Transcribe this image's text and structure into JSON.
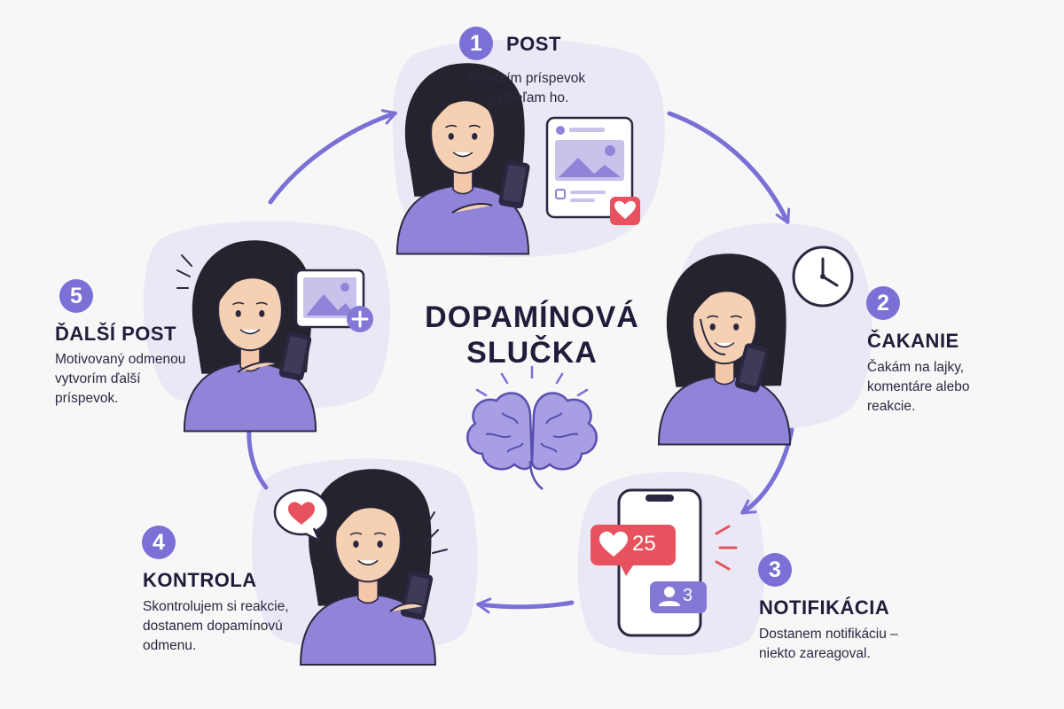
{
  "title": {
    "line1": "DOPAMÍNOVÁ",
    "line2": "SLUČKA"
  },
  "colors": {
    "accent": "#7a70d6",
    "soft_bg": "#ebe8f6",
    "shirt": "#8f84d8",
    "heart": "#e8525f",
    "text": "#1f1d3a"
  },
  "steps": [
    {
      "number": "1",
      "title": "POST",
      "desc": [
        "Vytvorím príspevok",
        "a zdieľam ho."
      ]
    },
    {
      "number": "2",
      "title": "ČAKANIE",
      "desc": [
        "Čakám na lajky,",
        "komentáre alebo",
        "reakcie."
      ]
    },
    {
      "number": "3",
      "title": "NOTIFIKÁCIA",
      "desc": [
        "Dostanem notifikáciu –",
        "niekto zareagoval."
      ]
    },
    {
      "number": "4",
      "title": "KONTROLA",
      "desc": [
        "Skontrolujem si reakcie,",
        "dostanem dopamínovú",
        "odmenu."
      ]
    },
    {
      "number": "5",
      "title": "ĎALŠÍ POST",
      "desc": [
        "Motivovaný odmenou",
        "vytvorím ďalší",
        "príspevok."
      ]
    }
  ],
  "badges": {
    "likes": "25",
    "followers": "3"
  },
  "icons": [
    "heart-icon",
    "clock-icon",
    "brain-icon",
    "image-icon",
    "plus-icon",
    "user-icon",
    "phone-icon"
  ]
}
